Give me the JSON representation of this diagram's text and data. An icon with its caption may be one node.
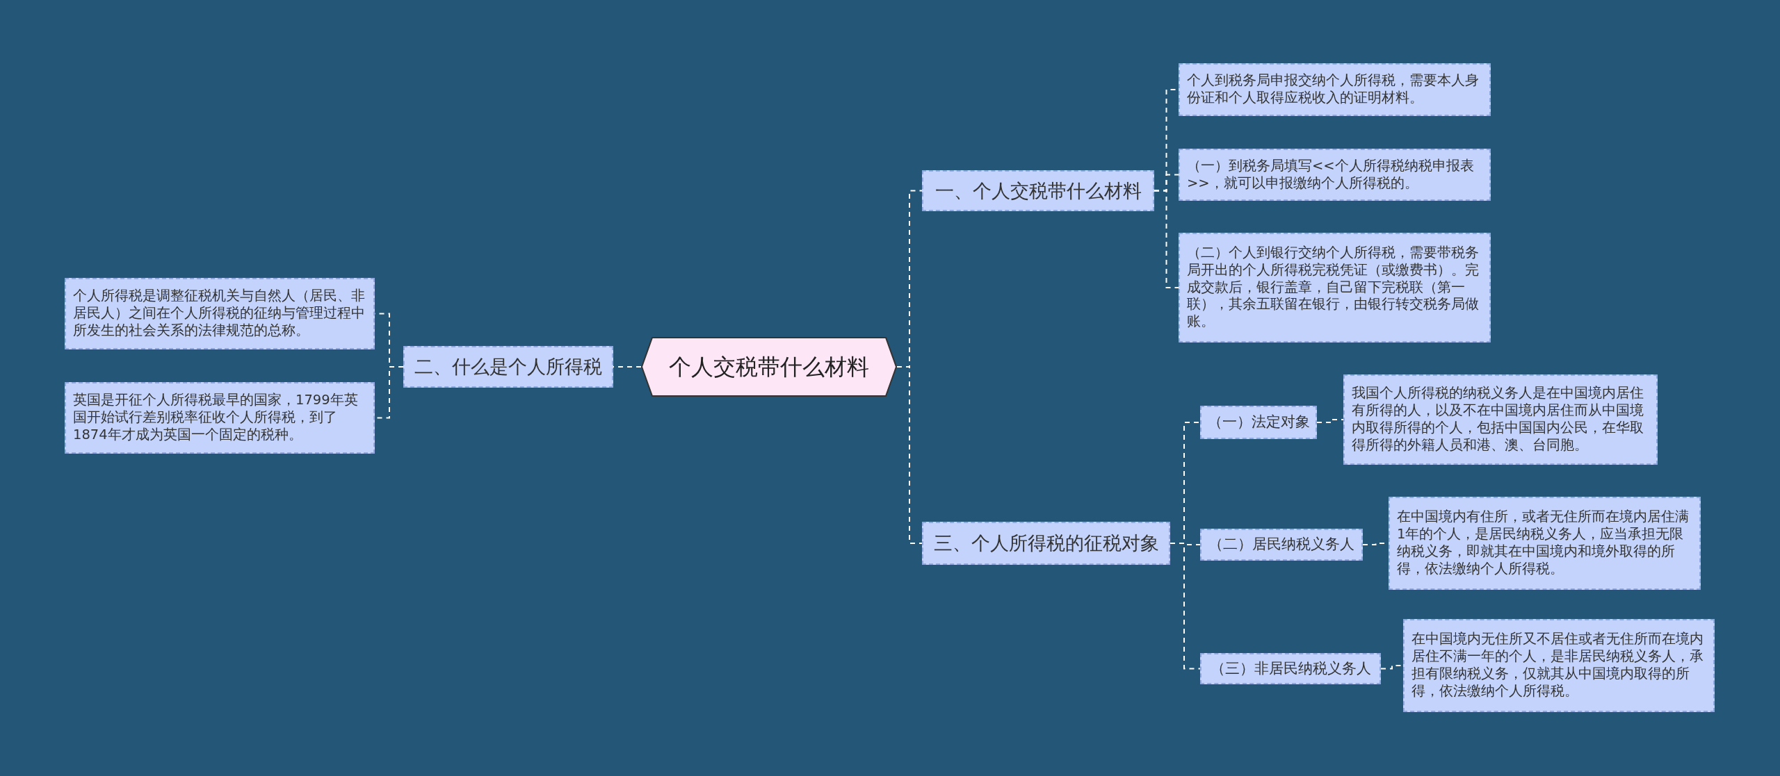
{
  "diagram": {
    "nodes": [
      {
        "text": [
          "个人交税带什么材料"
        ]
      },
      {
        "text": [
          "一、个人交税带什么材料"
        ]
      },
      {
        "text": [
          "个人到税务局申报交纳个人所得税，需要本人身份证和个人取得应税收入的证明材料。"
        ]
      },
      {
        "text": [
          "（一）到税务局填写<<个人所得税纳税申报表>>，就可以申报缴纳个人所得税的。"
        ]
      },
      {
        "text": [
          "（二）个人到银行交纳个人所得税，需要带税务局开出的个人所得税完税凭证（或缴费书）。完成交款后，银行盖章，自己留下完税联（第一联），其余五联留在银行，由银行转交税务局做账。"
        ]
      },
      {
        "text": [
          "二、什么是个人所得税"
        ]
      },
      {
        "text": [
          "个人所得税是调整征税机关与自然人（居民、非居民人）之间在个人所得税的征纳与管理过程中所发生的社会关系的法律规范的总称。"
        ]
      },
      {
        "text": [
          "英国是开征个人所得税最早的国家，1799年英国开始试行差别税率征收个人所得税，到了1874年才成为英国一个固定的税种。"
        ]
      },
      {
        "text": [
          "三、个人所得税的征税对象"
        ]
      },
      {
        "text": [
          "（一）法定对象"
        ]
      },
      {
        "text": [
          "我国个人所得税的纳税义务人是在中国境内居住有所得的人，以及不在中国境内居住而从中国境内取得所得的个人，包括中国国内公民，在华取得所得的外籍人员和港、澳、台同胞。"
        ]
      },
      {
        "text": [
          "（二）居民纳税义务人"
        ]
      },
      {
        "text": [
          "在中国境内有住所，或者无住所而在境内居住满1年的个人，是居民纳税义务人，应当承担无限纳税义务，即就其在中国境内和境外取得的所得，依法缴纳个人所得税。"
        ]
      },
      {
        "text": [
          "（三）非居民纳税义务人"
        ]
      },
      {
        "text": [
          "在中国境内无住所又不居住或者无住所而在境内居住不满一年的个人，是非居民纳税义务人，承担有限纳税义务，仅就其从中国境内取得的所得，依法缴纳个人所得税。"
        ]
      }
    ],
    "edges": [
      {
        "from": 0,
        "to": 1,
        "arrow": "none"
      },
      {
        "from": 1,
        "to": 2,
        "arrow": "none"
      },
      {
        "from": 1,
        "to": 3,
        "arrow": "none"
      },
      {
        "from": 1,
        "to": 4,
        "arrow": "none"
      },
      {
        "from": 0,
        "to": 5,
        "arrow": "none"
      },
      {
        "from": 5,
        "to": 6,
        "arrow": "none"
      },
      {
        "from": 5,
        "to": 7,
        "arrow": "none"
      },
      {
        "from": 0,
        "to": 8,
        "arrow": "none"
      },
      {
        "from": 8,
        "to": 9,
        "arrow": "none"
      },
      {
        "from": 9,
        "to": 10,
        "arrow": "none"
      },
      {
        "from": 8,
        "to": 11,
        "arrow": "none"
      },
      {
        "from": 11,
        "to": 12,
        "arrow": "none"
      },
      {
        "from": 8,
        "to": 13,
        "arrow": "none"
      },
      {
        "from": 13,
        "to": 14,
        "arrow": "none"
      }
    ]
  }
}
